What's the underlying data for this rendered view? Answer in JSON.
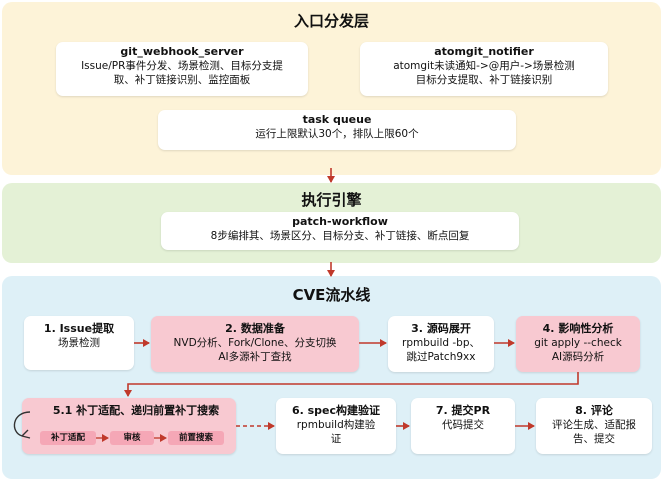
{
  "entry": {
    "title": "入口分发层",
    "webhook": {
      "title": "git_webhook_server",
      "desc1": "Issue/PR事件分发、场景检测、目标分支提",
      "desc2": "取、补丁链接识别、监控面板"
    },
    "notifier": {
      "title": "atomgit_notifier",
      "desc1": "atomgit未读通知->@用户->场景检测",
      "desc2": "目标分支提取、补丁链接识别"
    },
    "queue": {
      "title": "task queue",
      "desc": "运行上限默认30个，排队上限60个"
    }
  },
  "exec": {
    "title": "执行引擎",
    "workflow": {
      "title": "patch-workflow",
      "desc": "8步编排其、场景区分、目标分支、补丁链接、断点回复"
    }
  },
  "cve": {
    "title": "CVE流水线",
    "step1": {
      "title": "1. Issue提取",
      "desc1": "场景检测",
      "desc2": ""
    },
    "step2": {
      "title": "2. 数据准备",
      "desc1": "NVD分析、Fork/Clone、分支切换",
      "desc2": "AI多源补丁查找"
    },
    "step3": {
      "title": "3. 源码展开",
      "desc1": "rpmbuild -bp、",
      "desc2": "跳过Patch9xx"
    },
    "step4": {
      "title": "4. 影响性分析",
      "desc1": "git apply --check",
      "desc2": "AI源码分析"
    },
    "step51": {
      "title": "5.1 补丁适配、递归前置补丁搜索",
      "sub1": "补丁适配",
      "sub2": "审核",
      "sub3": "前置搜索"
    },
    "step6": {
      "title": "6. spec构建验证",
      "desc1": "rpmbuild构建验",
      "desc2": "证"
    },
    "step7": {
      "title": "7. 提交PR",
      "desc1": "代码提交",
      "desc2": ""
    },
    "step8": {
      "title": "8. 评论",
      "desc1": "评论生成、适配报",
      "desc2": "告、提交"
    }
  },
  "colors": {
    "arrow": "#c0392b",
    "pink": "#f8c9d1",
    "entry_bg": "#fdf3d8",
    "exec_bg": "#e4f1d6",
    "cve_bg": "#def0f7"
  }
}
